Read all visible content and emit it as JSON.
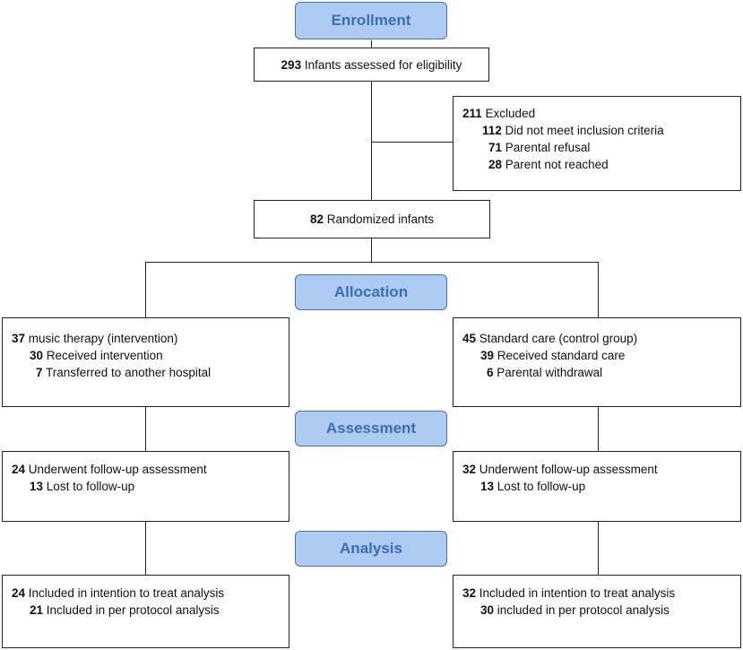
{
  "phases": {
    "enrollment": "Enrollment",
    "allocation": "Allocation",
    "assessment": "Assessment",
    "analysis": "Analysis"
  },
  "assessed": {
    "n": "293",
    "label": "Infants assessed for eligibility"
  },
  "excluded": {
    "n": "211",
    "label": "Excluded",
    "items": [
      {
        "n": "112",
        "label": "Did not meet inclusion criteria"
      },
      {
        "n": "71",
        "label": "Parental refusal"
      },
      {
        "n": "28",
        "label": "Parent not reached"
      }
    ]
  },
  "randomized": {
    "n": "82",
    "label": "Randomized infants"
  },
  "intervention": {
    "allocation": {
      "n": "37",
      "label": "music therapy (intervention)",
      "items": [
        {
          "n": "30",
          "label": "Received intervention"
        },
        {
          "n": "7",
          "label": "Transferred to another hospital"
        }
      ]
    },
    "assessment": {
      "n": "24",
      "label": "Underwent follow-up assessment",
      "items": [
        {
          "n": "13",
          "label": "Lost to follow-up"
        }
      ]
    },
    "analysis": {
      "n": "24",
      "label": "Included in intention to treat analysis",
      "items": [
        {
          "n": "21",
          "label": "Included in per protocol analysis"
        }
      ]
    }
  },
  "control": {
    "allocation": {
      "n": "45",
      "label": "Standard care (control group)",
      "items": [
        {
          "n": "39",
          "label": "Received standard care"
        },
        {
          "n": "6",
          "label": "Parental withdrawal"
        }
      ]
    },
    "assessment": {
      "n": "32",
      "label": "Underwent follow-up assessment",
      "items": [
        {
          "n": "13",
          "label": "Lost to follow-up"
        }
      ]
    },
    "analysis": {
      "n": "32",
      "label": "Included in intention to treat analysis",
      "items": [
        {
          "n": "30",
          "label": "included in per protocol analysis"
        }
      ]
    }
  }
}
